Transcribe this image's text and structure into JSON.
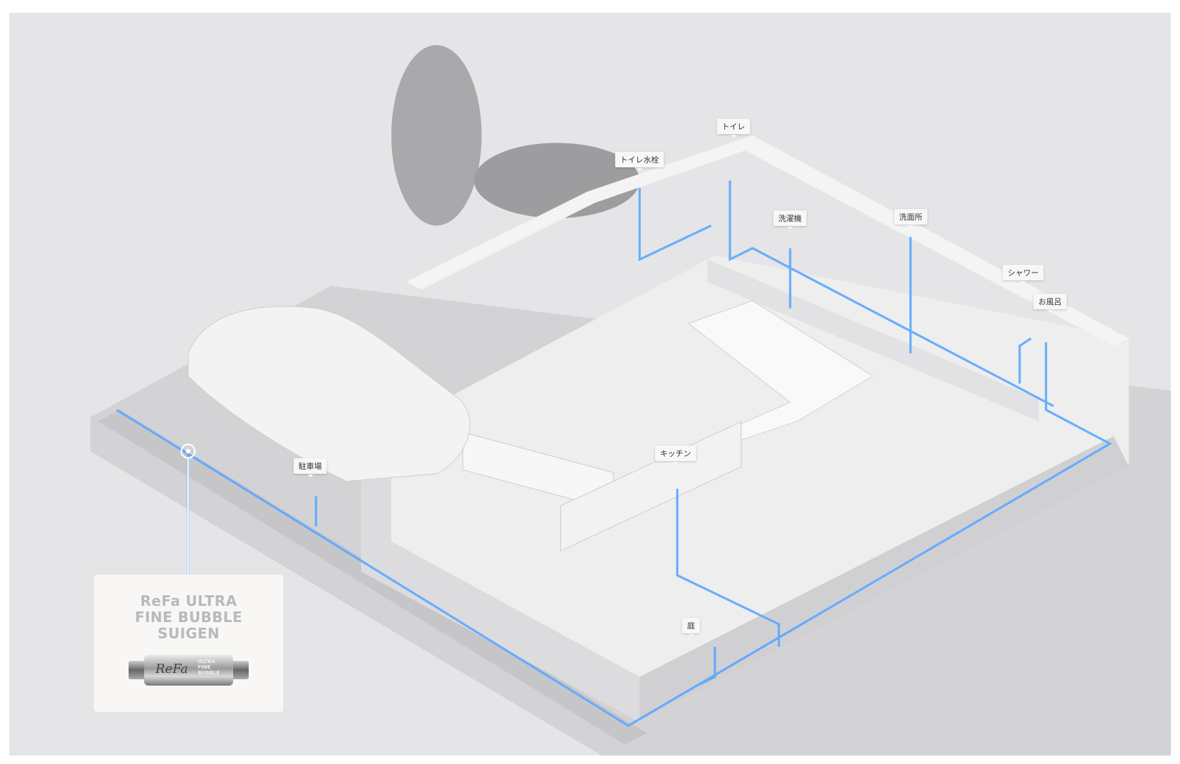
{
  "product": {
    "name_lines": [
      "ReFa ULTRA",
      "FINE BUBBLE",
      "SUIGEN"
    ],
    "device_logo": "ReFa",
    "device_mini": [
      "ULTRA",
      "FINE",
      "BUBBLE"
    ]
  },
  "labels": {
    "toilet": "トイレ",
    "toilet_faucet": "トイレ水栓",
    "washing_machine": "洗濯機",
    "washroom": "洗面所",
    "shower": "シャワー",
    "bath": "お風呂",
    "kitchen": "キッチン",
    "parking": "駐車場",
    "garden": "庭"
  },
  "colors": {
    "pipe": "#5aa8ff",
    "background": "#e5e5e7"
  }
}
